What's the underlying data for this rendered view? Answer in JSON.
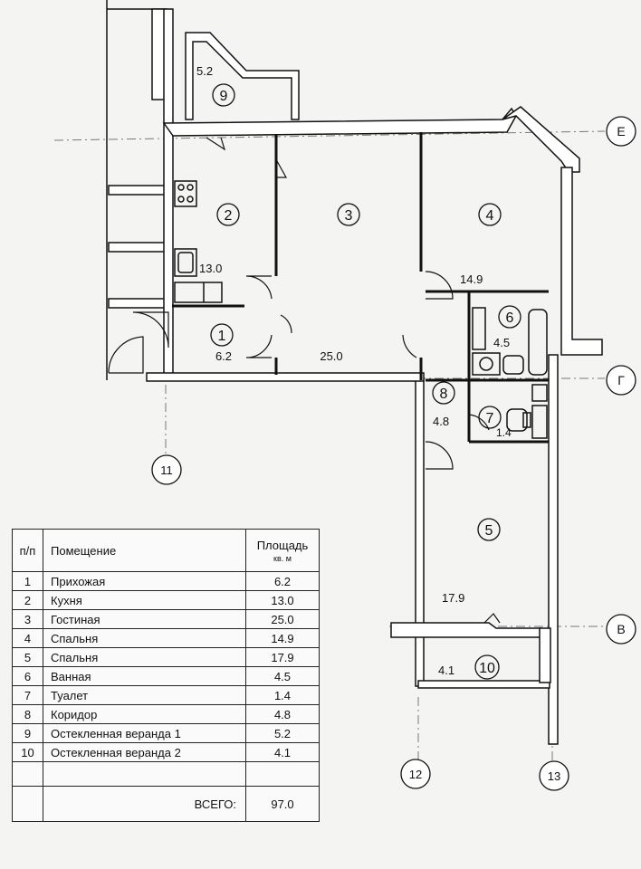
{
  "plan": {
    "axes": [
      "Е",
      "Г",
      "В",
      "11",
      "12",
      "13"
    ],
    "rooms": [
      {
        "number": "1",
        "area": "6.2"
      },
      {
        "number": "2",
        "area": "13.0"
      },
      {
        "number": "3",
        "area": "25.0"
      },
      {
        "number": "4",
        "area": "14.9"
      },
      {
        "number": "5",
        "area": "17.9"
      },
      {
        "number": "6",
        "area": "4.5"
      },
      {
        "number": "7",
        "area": "1.4"
      },
      {
        "number": "8",
        "area": "4.8"
      },
      {
        "number": "9",
        "area": "5.2"
      },
      {
        "number": "10",
        "area": "4.1"
      }
    ]
  },
  "table": {
    "headers": {
      "num": "п/п",
      "room": "Помещение",
      "area": "Площадь",
      "unit": "кв. м"
    },
    "rows": [
      {
        "num": "1",
        "name": "Прихожая",
        "area": "6.2"
      },
      {
        "num": "2",
        "name": "Кухня",
        "area": "13.0"
      },
      {
        "num": "3",
        "name": "Гостиная",
        "area": "25.0"
      },
      {
        "num": "4",
        "name": "Спальня",
        "area": "14.9"
      },
      {
        "num": "5",
        "name": "Спальня",
        "area": "17.9"
      },
      {
        "num": "6",
        "name": "Ванная",
        "area": "4.5"
      },
      {
        "num": "7",
        "name": "Туалет",
        "area": "1.4"
      },
      {
        "num": "8",
        "name": "Коридор",
        "area": "4.8"
      },
      {
        "num": "9",
        "name": "Остекленная веранда  1",
        "area": "5.2"
      },
      {
        "num": "10",
        "name": "Остекленная веранда  2",
        "area": "4.1"
      }
    ],
    "total_label": "ВСЕГО:",
    "total_value": "97.0"
  }
}
